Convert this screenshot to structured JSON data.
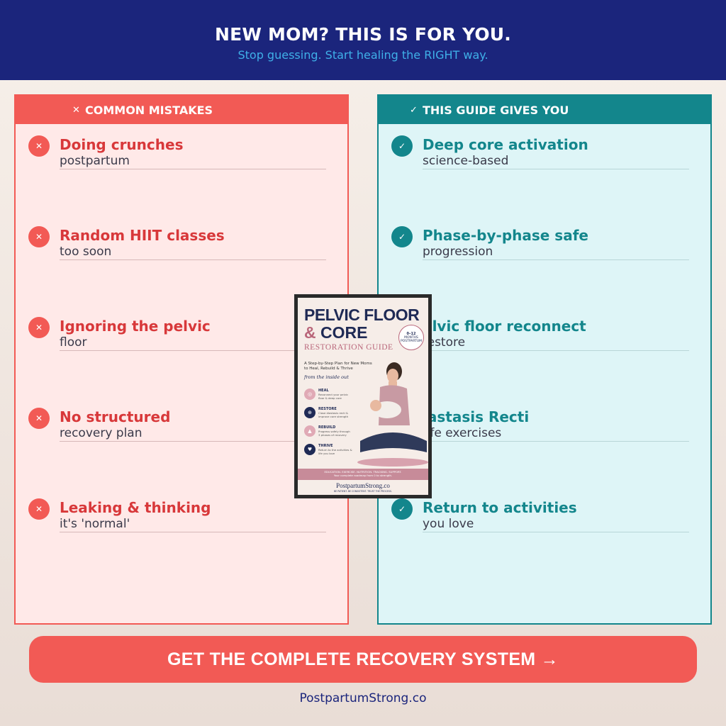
{
  "header": {
    "title": "NEW MOM? THIS IS FOR YOU.",
    "subtitle": "Stop guessing. Start healing the RIGHT way."
  },
  "mistakes": {
    "heading": "COMMON MISTAKES",
    "icon": "x-mark-icon",
    "items": [
      {
        "main": "Doing crunches",
        "sub": "postpartum"
      },
      {
        "main": "Random HIIT classes",
        "sub": "too soon"
      },
      {
        "main": "Ignoring the pelvic",
        "sub": "floor"
      },
      {
        "main": "No structured",
        "sub": "recovery plan"
      },
      {
        "main": "Leaking & thinking",
        "sub": "it's 'normal'"
      }
    ]
  },
  "benefits": {
    "heading": "THIS GUIDE GIVES YOU",
    "icon": "checkmark-icon",
    "items": [
      {
        "main": "Deep core activation",
        "sub": "science-based"
      },
      {
        "main": "Phase-by-phase safe",
        "sub": "progression"
      },
      {
        "main": "elvic floor reconnect",
        "sub": "restore"
      },
      {
        "main": "iastasis Recti",
        "sub": "afe exercises"
      },
      {
        "main": "Return to activities",
        "sub": "you love"
      }
    ]
  },
  "book": {
    "title_line1": "PELVIC FLOOR",
    "title_amp": "&",
    "title_line2": " CORE",
    "subtitle": "RESTORATION GUIDE",
    "tagline": "A Step-by-Step Plan for New Moms to Heal, Rebuild & Thrive",
    "script": "from the inside out",
    "seal_top": "0–12",
    "seal_mid": "MONTHS",
    "seal_bottom": "POSTPARTUM",
    "phases": [
      {
        "name": "HEAL",
        "desc": "Reconnect your pelvic floor & deep core"
      },
      {
        "name": "RESTORE",
        "desc": "Close diastasis recti & improve core strength"
      },
      {
        "name": "REBUILD",
        "desc": "Progress safely through 3 phases of recovery"
      },
      {
        "name": "THRIVE",
        "desc": "Return to the activities & life you love"
      }
    ],
    "band_line1": "EDUCATION. EXERCISE. NUTRITION. TRACKING. SUPPORT.",
    "band_line2": "Your complete roadmap from 0 to strength.",
    "brand": "PostpartumStrong.co",
    "brand_tag": "BE PATIENT. BE CONSISTENT. TRUST THE PROCESS."
  },
  "cta": {
    "label": "GET THE COMPLETE RECOVERY SYSTEM →"
  },
  "footer": {
    "url": "PostpartumStrong.co"
  },
  "colors": {
    "navy": "#1b257c",
    "coral": "#f25a55",
    "teal": "#13868c",
    "pink_panel": "#ffe9e8",
    "teal_panel": "#def5f7"
  }
}
